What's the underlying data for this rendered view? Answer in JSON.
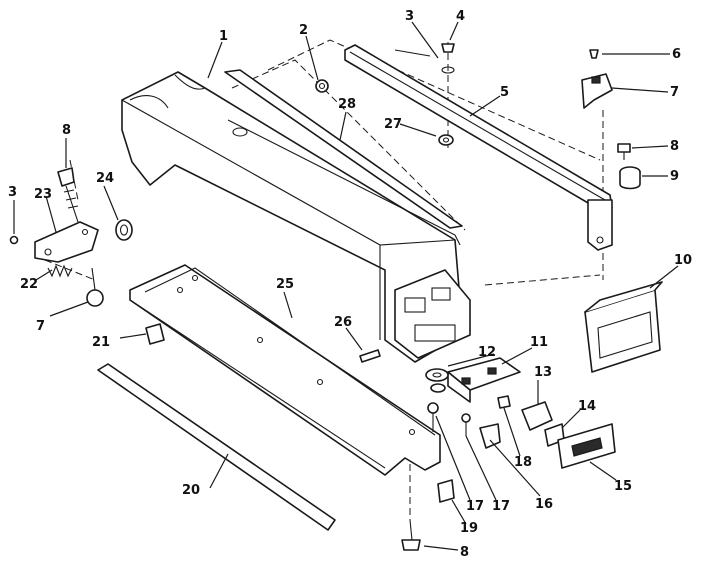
{
  "callouts": {
    "c1": "1",
    "c2": "2",
    "c3a": "3",
    "c3b": "3",
    "c4": "4",
    "c5": "5",
    "c6": "6",
    "c7a": "7",
    "c7b": "7",
    "c8a": "8",
    "c8b": "8",
    "c8c": "8",
    "c9": "9",
    "c10": "10",
    "c11": "11",
    "c12": "12",
    "c13": "13",
    "c14": "14",
    "c15": "15",
    "c16": "16",
    "c17a": "17",
    "c17b": "17",
    "c18": "18",
    "c19": "19",
    "c20": "20",
    "c21": "21",
    "c22": "22",
    "c23": "23",
    "c24": "24",
    "c25": "25",
    "c26": "26",
    "c27": "27",
    "c28": "28"
  }
}
